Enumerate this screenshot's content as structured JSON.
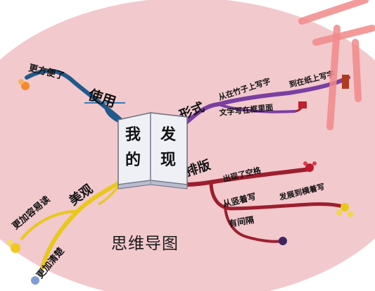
{
  "center": {
    "chars": [
      "我",
      "发",
      "的",
      "现"
    ]
  },
  "branches": {
    "use": {
      "label": "使用",
      "leaf": "更方便了",
      "color": "#1f5a8a"
    },
    "form": {
      "label": "形式",
      "leaf1": "从在竹子上写字",
      "leaf2": "到在纸上写字",
      "leaf3": "文字写在框里面",
      "color": "#7a3fa0"
    },
    "layout": {
      "label": "排版",
      "leaf1": "出现了空格",
      "leaf2": "从竖着写",
      "leaf3": "发展到横着写",
      "leaf4": "有间隔",
      "color": "#9c1f2e"
    },
    "beauty": {
      "label": "美观",
      "leaf1": "更加容易读",
      "leaf2": "更加清楚",
      "color": "#e8c81a"
    }
  },
  "caption": "思维导图",
  "colors": {
    "background": "#f2c9cd",
    "book": "#eef0f6",
    "watermark": "#f28a8a"
  }
}
